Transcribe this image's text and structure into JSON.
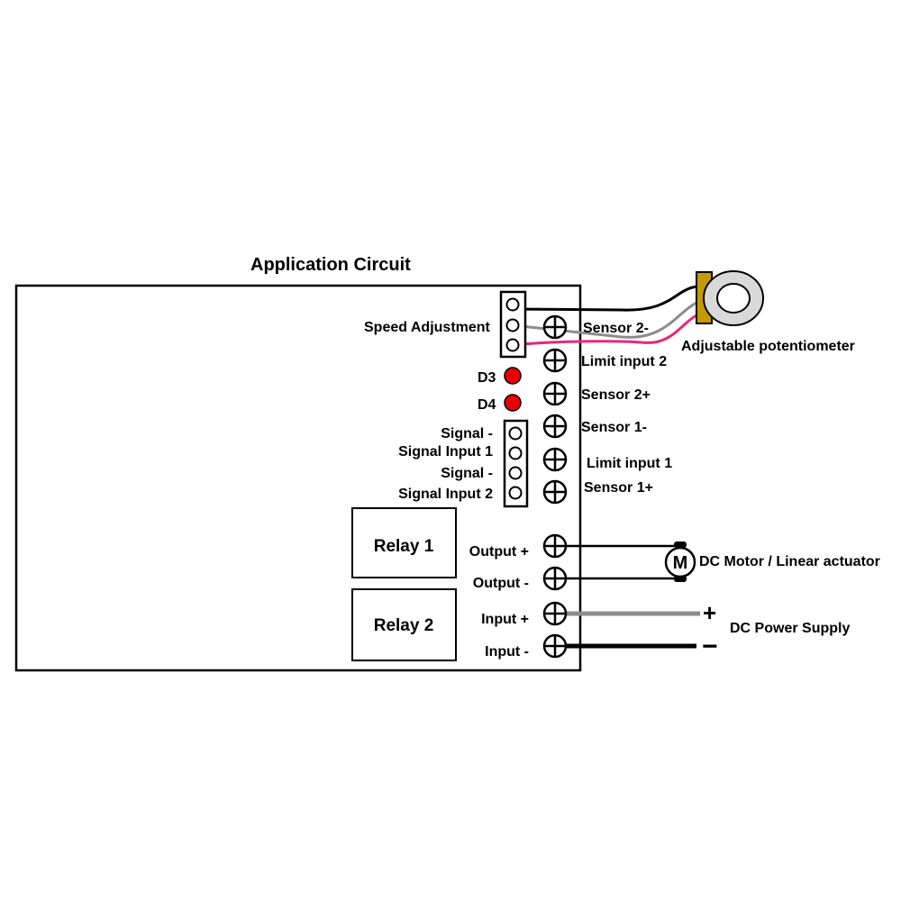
{
  "title": "Application Circuit",
  "speed_adjustment": {
    "label": "Speed Adjustment"
  },
  "leds": [
    {
      "label": "D3",
      "color": "#e60000"
    },
    {
      "label": "D4",
      "color": "#e60000"
    }
  ],
  "signal_header": {
    "labels": [
      "Signal -",
      "Signal Input 1",
      "Signal -",
      "Signal Input 2"
    ]
  },
  "terminals_upper": {
    "labels": [
      "Sensor 2-",
      "Limit input 2",
      "Sensor 2+",
      "Sensor 1-",
      "Limit input 1",
      "Sensor 1+"
    ]
  },
  "relays": [
    {
      "label": "Relay 1"
    },
    {
      "label": "Relay 2"
    }
  ],
  "terminals_lower": {
    "labels": [
      "Output +",
      "Output -",
      "Input +",
      "Input -"
    ]
  },
  "potentiometer": {
    "label": "Adjustable potentiometer"
  },
  "motor": {
    "symbol": "M",
    "label": "DC Motor / Linear actuator"
  },
  "power_supply": {
    "label": "DC Power Supply",
    "plus": "+",
    "minus": "−"
  },
  "wire_colors": {
    "black": "#000000",
    "gray": "#8c8c8c",
    "pink": "#e8287a",
    "pot_knob": "#c49a00"
  }
}
